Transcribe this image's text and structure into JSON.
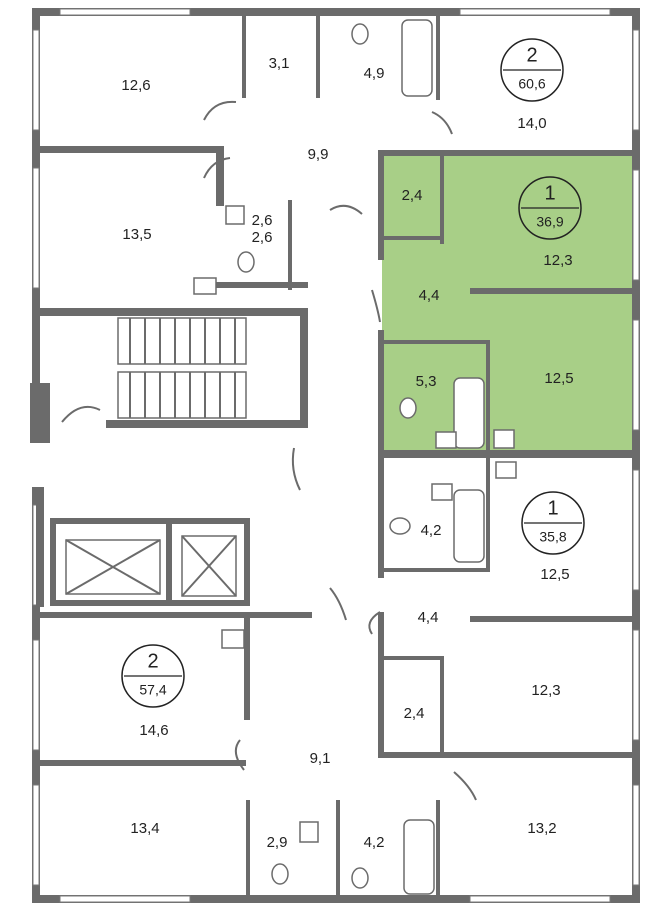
{
  "colors": {
    "highlight": "#a8cf87",
    "wall": "#6b6b6b",
    "background": "#ffffff"
  },
  "apartments": [
    {
      "id": "top",
      "rooms": "2",
      "area": "60,6"
    },
    {
      "id": "highlighted",
      "rooms": "1",
      "area": "36,9"
    },
    {
      "id": "middle",
      "rooms": "1",
      "area": "35,8"
    },
    {
      "id": "lower-left",
      "rooms": "2",
      "area": "57,4"
    }
  ],
  "rooms": {
    "r1": "12,6",
    "r2": "3,1",
    "r3": "4,9",
    "r4": "14,0",
    "r5": "9,9",
    "r6": "13,5",
    "r7": "2,6",
    "r8": "2,6",
    "r9": "2,4",
    "r10": "12,3",
    "r11": "4,4",
    "r12": "5,3",
    "r13": "12,5",
    "r14": "4,2",
    "r15": "12,5",
    "r16": "4,4",
    "r17": "14,6",
    "r18": "2,4",
    "r19": "12,3",
    "r20": "9,1",
    "r21": "13,4",
    "r22": "2,9",
    "r23": "4,2",
    "r24": "13,2"
  }
}
